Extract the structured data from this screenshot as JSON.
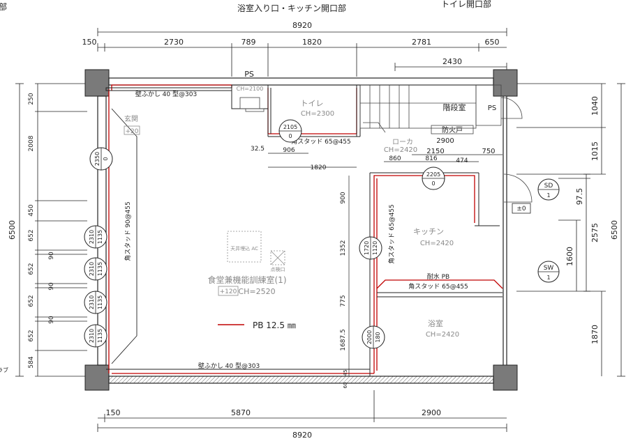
{
  "header": {
    "left_partial": "部",
    "center": "浴室入り口・キッチン開口部",
    "right": "トイレ開口部"
  },
  "dimensions": {
    "top_total": "8920",
    "top_segments": [
      "150",
      "2730",
      "789",
      "1820",
      "2781",
      "650"
    ],
    "top_sub": "2430",
    "bottom_total": "8920",
    "bottom_segments": [
      "150",
      "5870",
      "2900"
    ],
    "left_total": "6500",
    "left_segments": [
      "250",
      "2008",
      "450",
      "652",
      "90",
      "652",
      "90",
      "652",
      "90",
      "652",
      "584"
    ],
    "right_total": "6500",
    "right_a": [
      "1040",
      "1015"
    ],
    "right_b": [
      "97.5",
      "2575"
    ],
    "right_c": [
      "1600",
      "1870"
    ],
    "inner": {
      "d906": "906",
      "d32_5": "32.5",
      "d1820": "1820",
      "d2900": "2900",
      "d2150": "2150",
      "d750": "750",
      "d860": "860",
      "d816": "816",
      "d474": "474",
      "d900": "900",
      "d1352": "1352",
      "d775": "775",
      "d1687_5": "1687.5",
      "d45": "45",
      "d60": "60"
    }
  },
  "rooms": {
    "entrance": "玄関",
    "entrance_level": "+20",
    "main": "食堂兼機能訓練室(1)",
    "main_level": "+120",
    "main_ch": "CH=2520",
    "toilet": "トイレ",
    "toilet_ch": "CH=2300",
    "stairs": "階段室",
    "ps_top": "PS",
    "ps_right": "PS",
    "firedoor": "防火戸",
    "corridor": "ローカ",
    "corridor_ch": "CH=2420",
    "kitchen": "キッチン",
    "kitchen_ch": "CH=2420",
    "bath": "浴室",
    "bath_ch": "CH=2420",
    "ac": "天井埋込 AC",
    "inspection": "点検口",
    "ps_inner": "CH=2100"
  },
  "notes": {
    "wall_top": "壁ふかし 40 型@303",
    "wall_bottom": "壁ふかし 40 型@303",
    "stud_left": "角スタッド 90@455",
    "stud_toilet": "角スタッド 65@455",
    "stud_kitchen": "角スタッド 65@455",
    "stud_bath": "角スタッド 65@455",
    "fire_pb": "耐水 PB",
    "legend": "PB 12.5 ㎜",
    "zero_level": "±0",
    "edge_left": "ラブ"
  },
  "door_marks": [
    {
      "top": "2350",
      "bottom": "0"
    },
    {
      "top": "2310",
      "bottom": "1135"
    },
    {
      "top": "2310",
      "bottom": "1135"
    },
    {
      "top": "2310",
      "bottom": "1135"
    },
    {
      "top": "2310",
      "bottom": "1135"
    },
    {
      "top": "2105",
      "bottom": "0"
    },
    {
      "top": "2205",
      "bottom": "0"
    },
    {
      "top": "1720",
      "bottom": "1120"
    },
    {
      "top": "2000",
      "bottom": "180"
    }
  ],
  "windows": [
    {
      "top": "SD",
      "bottom": "1"
    },
    {
      "top": "SW",
      "bottom": "1"
    }
  ],
  "colors": {
    "line": "#222222",
    "accent": "#c00000",
    "grey": "#8a8a8a",
    "column": "#7a7a7a"
  }
}
